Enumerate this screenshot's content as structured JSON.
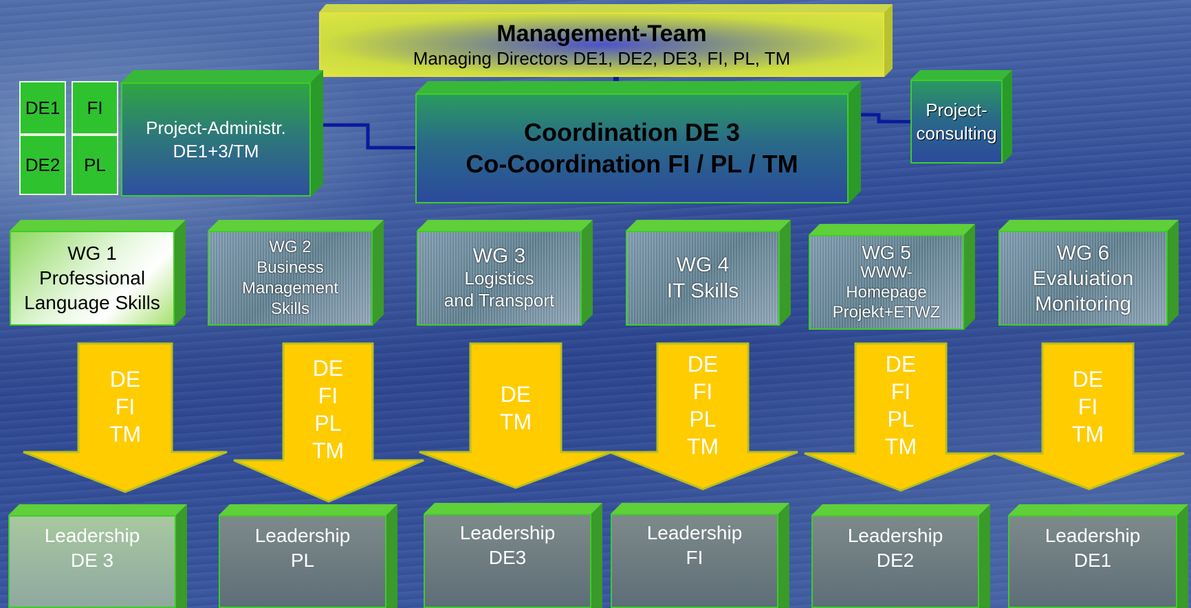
{
  "management": {
    "title": "Management-Team",
    "subtitle": "Managing Directors DE1, DE2, DE3, FI, PL, TM"
  },
  "partner_grid": [
    "DE1",
    "FI",
    "DE2",
    "PL"
  ],
  "admin": {
    "line1": "Project-Administr.",
    "line2": "DE1+3/TM"
  },
  "coordination": {
    "line1": "Coordination DE 3",
    "line2": "Co-Coordination FI / PL / TM"
  },
  "consulting": {
    "line1": "Project-",
    "line2": "consulting"
  },
  "working_groups": [
    {
      "lines": [
        "WG 1",
        "Professional",
        "Language Skills"
      ]
    },
    {
      "lines": [
        "WG 2",
        "Business",
        "Management",
        "Skills"
      ]
    },
    {
      "lines": [
        "WG 3",
        "Logistics",
        "and Transport"
      ]
    },
    {
      "lines": [
        "WG 4",
        "IT Skills"
      ]
    },
    {
      "lines": [
        "WG 5",
        "WWW-",
        "Homepage",
        "Projekt+ETWZ"
      ]
    },
    {
      "lines": [
        "WG 6",
        "Evaluiation",
        "Monitoring"
      ]
    }
  ],
  "arrows": [
    {
      "lines": [
        "DE",
        "FI",
        "TM"
      ]
    },
    {
      "lines": [
        "DE",
        "FI",
        "PL",
        "TM"
      ]
    },
    {
      "lines": [
        "DE",
        "TM"
      ]
    },
    {
      "lines": [
        "DE",
        "FI",
        "PL",
        "TM"
      ]
    },
    {
      "lines": [
        "DE",
        "FI",
        "PL",
        "TM"
      ]
    },
    {
      "lines": [
        "DE",
        "FI",
        "TM"
      ]
    }
  ],
  "leadership": [
    {
      "line1": "Leadership",
      "line2": "DE 3"
    },
    {
      "line1": "Leadership",
      "line2": "PL"
    },
    {
      "line1": "Leadership",
      "line2": "DE3"
    },
    {
      "line1": "Leadership",
      "line2": "FI"
    },
    {
      "line1": "Leadership",
      "line2": "DE2"
    },
    {
      "line1": "Leadership",
      "line2": "DE1"
    }
  ],
  "colors": {
    "green_border": "#3fcc2a",
    "arrow_yellow": "#ffcc00",
    "connector_blue": "#0a1a9a",
    "management_fill": "#d8e63a"
  }
}
